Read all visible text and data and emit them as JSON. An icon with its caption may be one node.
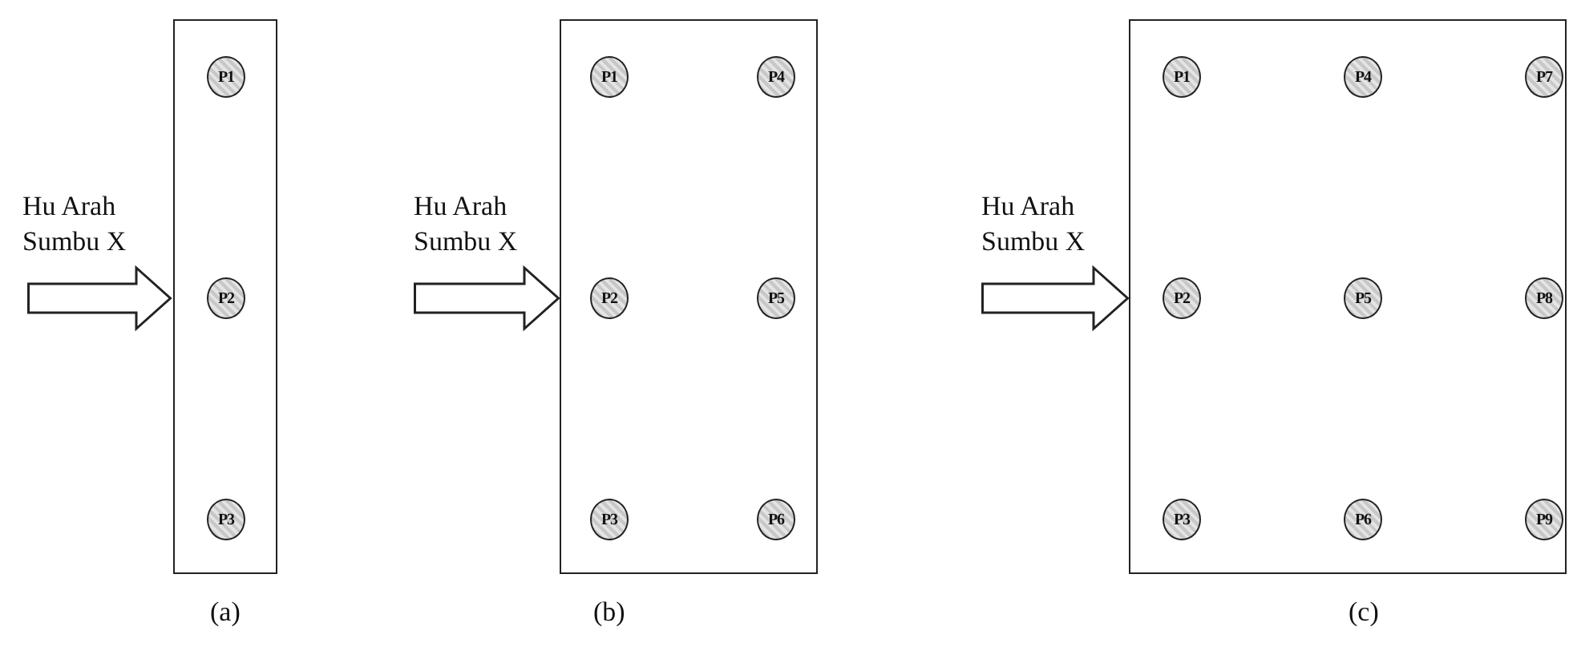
{
  "diagram": {
    "nodes": [
      {
        "text": [],
        "shape": "box",
        "beside": [
          "(a)"
        ]
      },
      {
        "text": [
          "P1"
        ],
        "in": 0
      },
      {
        "text": [
          "P2"
        ],
        "in": 0
      },
      {
        "text": [
          "P3"
        ],
        "in": 0
      },
      {
        "text": [],
        "shape": "box",
        "beside": [
          "(b)"
        ]
      },
      {
        "text": [
          "P1"
        ],
        "in": 4
      },
      {
        "text": [
          "P4"
        ],
        "in": 4
      },
      {
        "text": [
          "P2"
        ],
        "in": 4
      },
      {
        "text": [
          "P5"
        ],
        "in": 4
      },
      {
        "text": [
          "P3"
        ],
        "in": 4
      },
      {
        "text": [
          "P6"
        ],
        "in": 4
      },
      {
        "text": [],
        "shape": "box",
        "beside": [
          "(c)"
        ]
      },
      {
        "text": [
          "P1"
        ],
        "in": 11
      },
      {
        "text": [
          "P4"
        ],
        "in": 11
      },
      {
        "text": [
          "P7"
        ],
        "in": 11
      },
      {
        "text": [
          "P2"
        ],
        "in": 11
      },
      {
        "text": [
          "P5"
        ],
        "in": 11
      },
      {
        "text": [
          "P8"
        ],
        "in": 11
      },
      {
        "text": [
          "P3"
        ],
        "in": 11
      },
      {
        "text": [
          "P6"
        ],
        "in": 11
      },
      {
        "text": [
          "P9"
        ],
        "in": 11
      }
    ],
    "labels": [
      "Hu Arah Sumbu X",
      "Hu Arah Sumbu X",
      "Hu Arah Sumbu X"
    ]
  }
}
